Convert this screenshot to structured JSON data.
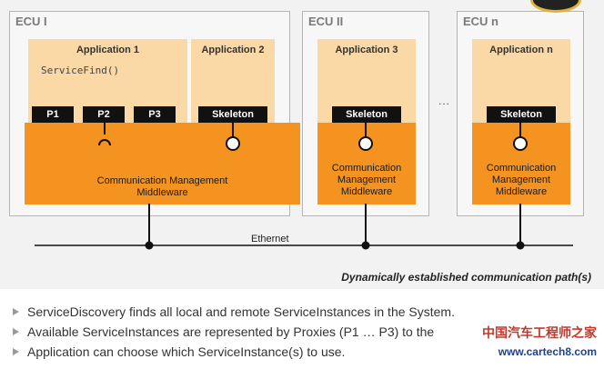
{
  "ecus": [
    {
      "title": "ECU I"
    },
    {
      "title": "ECU II"
    },
    {
      "title": "ECU n"
    }
  ],
  "ecu1": {
    "app1": {
      "title": "Application 1",
      "code": "ServiceFind()"
    },
    "app2": {
      "title": "Application 2"
    },
    "ports": [
      "P1",
      "P2",
      "P3"
    ],
    "skeleton": "Skeleton",
    "middleware_line1": "Communication Management",
    "middleware_line2": "Middleware"
  },
  "ecu2": {
    "app": {
      "title": "Application 3"
    },
    "skeleton": "Skeleton",
    "middleware_line1": "Communication",
    "middleware_line2": "Management",
    "middleware_line3": "Middleware"
  },
  "ecun": {
    "app": {
      "title": "Application n"
    },
    "skeleton": "Skeleton",
    "middleware_line1": "Communication",
    "middleware_line2": "Management",
    "middleware_line3": "Middleware"
  },
  "ellipsis": "...",
  "ethernet": "Ethernet",
  "dynamic_label": "Dynamically established communication path(s)",
  "bullets": [
    "ServiceDiscovery finds all local and remote ServiceInstances in the System.",
    "Available ServiceInstances are represented by Proxies (P1 … P3) to the",
    "Application can choose which ServiceInstance(s) to use."
  ],
  "watermark": {
    "cn": "中国汽车工程师之家",
    "url": "www.cartech8.com"
  },
  "colors": {
    "middleware": "#f4931f",
    "application": "#fbd9a6",
    "port": "#111111",
    "ecu_bg": "#f7f7f7"
  }
}
